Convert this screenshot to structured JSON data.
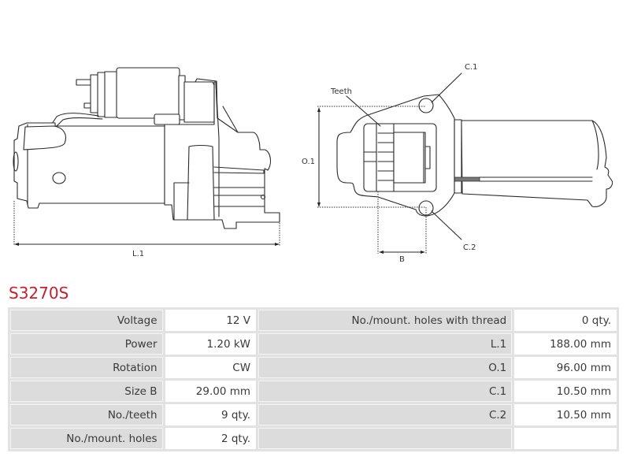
{
  "product": {
    "code": "S3270S",
    "title_color": "#c8202a"
  },
  "diagram_labels": {
    "side_view": {
      "length": "L.1"
    },
    "front_view": {
      "teeth": "Teeth",
      "height": "O.1",
      "hole_top": "C.1",
      "hole_bottom": "C.2",
      "size_b": "B"
    }
  },
  "specs": {
    "rows": [
      {
        "label_left": "Voltage",
        "value_left": "12 V",
        "label_right": "No./mount. holes with thread",
        "value_right": "0 qty."
      },
      {
        "label_left": "Power",
        "value_left": "1.20 kW",
        "label_right": "L.1",
        "value_right": "188.00 mm"
      },
      {
        "label_left": "Rotation",
        "value_left": "CW",
        "label_right": "O.1",
        "value_right": "96.00 mm"
      },
      {
        "label_left": "Size B",
        "value_left": "29.00 mm",
        "label_right": "C.1",
        "value_right": "10.50 mm"
      },
      {
        "label_left": "No./teeth",
        "value_left": "9 qty.",
        "label_right": "C.2",
        "value_right": "10.50 mm"
      },
      {
        "label_left": "No./mount. holes",
        "value_left": "2 qty.",
        "label_right": "",
        "value_right": ""
      }
    ]
  }
}
